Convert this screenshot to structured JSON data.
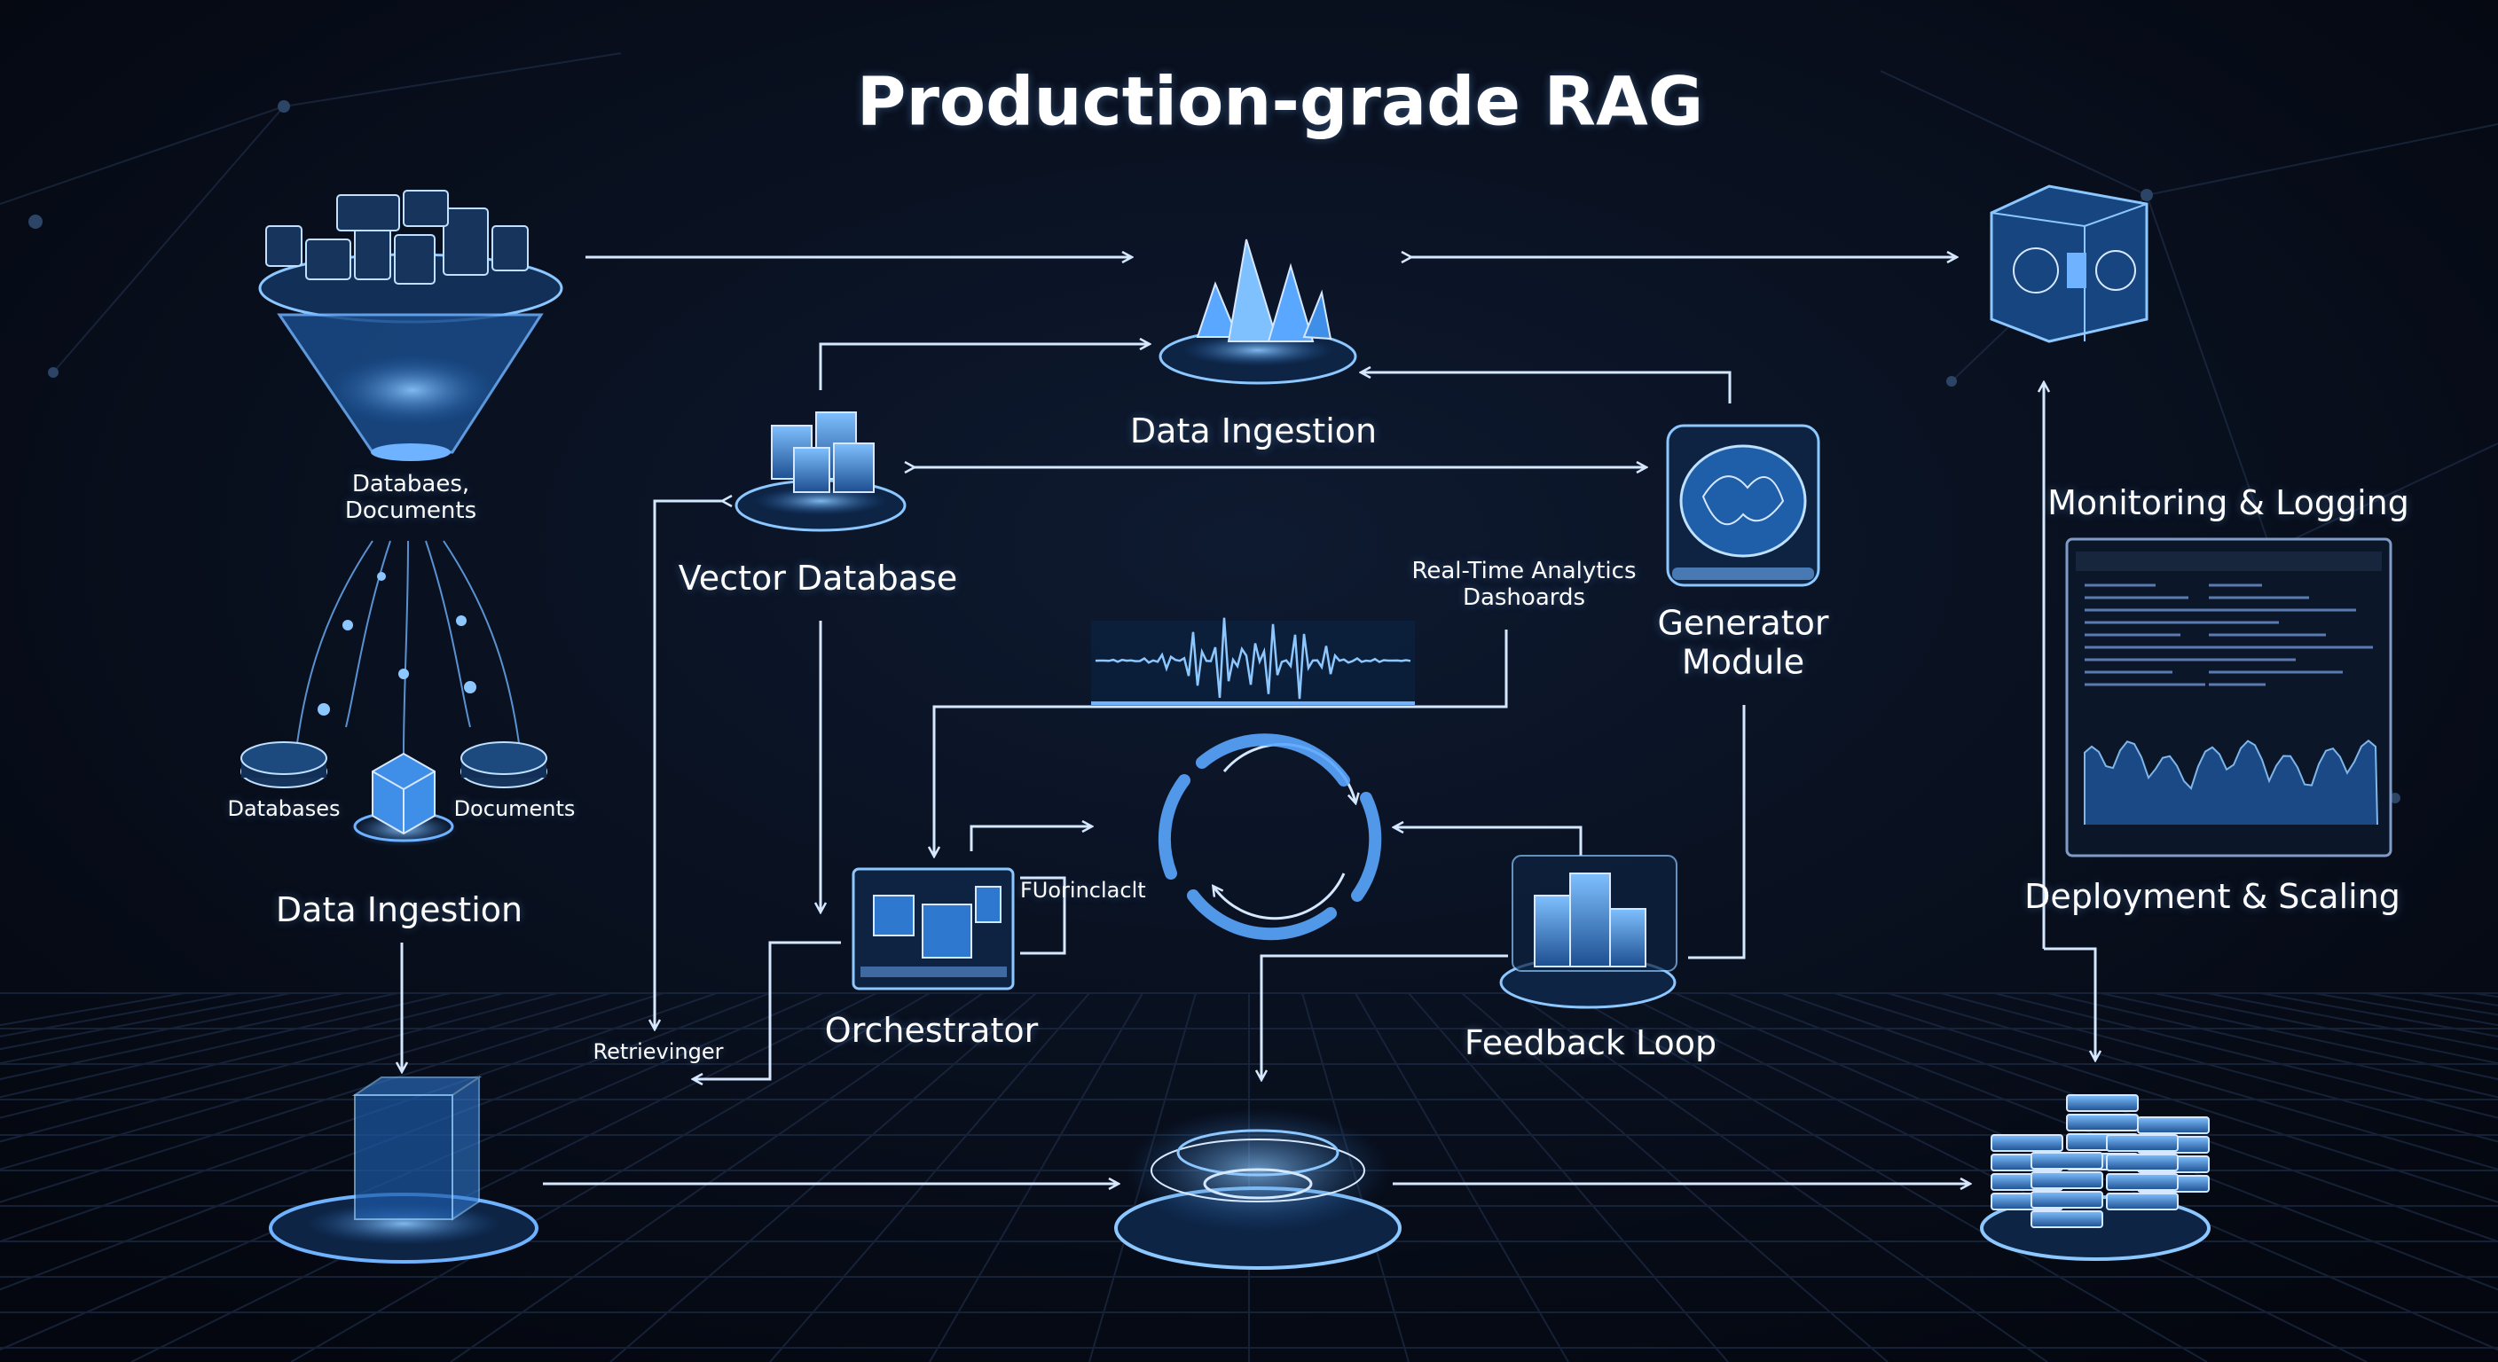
{
  "title": "Production-grade RAG",
  "labels": {
    "databases_documents": [
      "Databaes,",
      "Documents"
    ],
    "databases": "Databases",
    "documents": "Documents",
    "data_ingestion_left": "Data Ingestion",
    "data_ingestion_top": "Data Ingestion",
    "vector_database": "Vector Database",
    "realtime_analytics": [
      "Real-Time Analytics",
      "Dashoards"
    ],
    "generator_module": [
      "Generator",
      "Module"
    ],
    "orchestrator": "Orchestrator",
    "funclact": "FUorinclаclt",
    "retriever": "Retrievinger",
    "feedback_loop": "Feedback Loop",
    "monitoring_logging": "Monitoring & Logging",
    "deployment_scaling": "Deployment & Scaling"
  },
  "colors": {
    "background": "#060b16",
    "accent": "#5aa7ff",
    "glow": "#8cc8ff",
    "arrow": "#d6e8ff"
  },
  "icons": {
    "source_funnel": "funnel-icon",
    "crystal": "crystal-icon",
    "vector_db": "server-cubes-icon",
    "generator": "brain-chip-icon",
    "chip_cube": "chip-cube-icon",
    "waveform": "waveform-icon",
    "cycle": "cycle-arrows-icon",
    "orchestrator": "circuit-board-icon",
    "feedback": "buildings-icon",
    "ingest_cube": "cube-icon",
    "storage_column": "data-column-icon",
    "vortex": "vortex-icon",
    "server_stack": "server-stack-icon",
    "dashboard": "dashboard-panel-icon"
  }
}
